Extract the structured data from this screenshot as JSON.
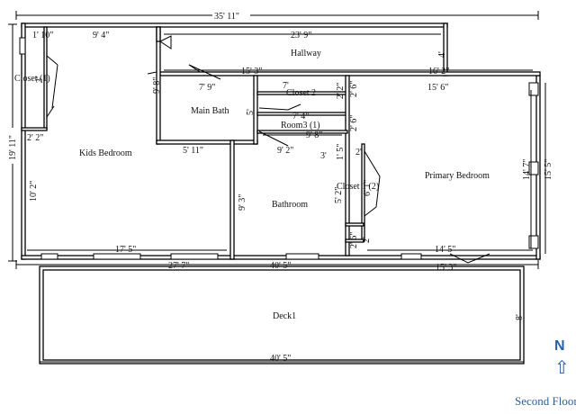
{
  "rooms": {
    "hallway": "Hallway",
    "closet_left": "Closet (1)",
    "closet2": "Closet 2",
    "main_bath": "Main Bath",
    "room3": "Room3  (1)",
    "kids_bedroom": "Kids Bedroom",
    "bathroom": "Bathroom",
    "closet1_right": "Closet 1 (2)",
    "primary_bedroom": "Primary Bedroom",
    "deck": "Deck1"
  },
  "dims": {
    "top_overall": "35' 11\"",
    "left_overall": "19' 11\"",
    "closet_w": "1' 10\"",
    "kids_w_top": "9' 4\"",
    "hall_len": "23' 9\"",
    "hall_h": "4'",
    "closet_h": "3'",
    "closet_side": "2' 2\"",
    "kids_side": "9' 8\"",
    "bath_top": "15' 3\"",
    "primary_top": "16' 2\"",
    "main_bath_w": "7' 9\"",
    "main_bath_h": "5'",
    "closet2_w": "7'",
    "closet2_h1": "2' 2\"",
    "closet2_h2": "2' 6\"",
    "primary_w": "15' 6\"",
    "room3_w": "7' 4\"",
    "room3_h": "2' 6\"",
    "kids_inner": "5' 11\"",
    "bathroom_w": "9' 8\"",
    "bathroom_inner": "9' 2\"",
    "bath_small": "3'",
    "bath_small2": "1' 5\"",
    "closet1_w": "2'",
    "kids_h": "10' 2\"",
    "bathroom_h": "9' 3\"",
    "bath_side": "5' 2\"",
    "closet1_h": "6' 1\"",
    "primary_h": "14' 7\"",
    "right_overall": "15' 5\"",
    "kids_bottom": "17' 5\"",
    "hall_small1": "2' 6\"",
    "hall_small2": "2'",
    "primary_bottom": "14' 5\"",
    "bottom_left": "27' 7\"",
    "bottom_mid": "40' 5\"",
    "bottom_right": "15' 3\"",
    "deck_h": "8'",
    "deck_w": "40' 5\""
  },
  "compass": {
    "letter": "N",
    "arrow": "⇧"
  },
  "floor_label": "Second Floor",
  "colors": {
    "accent": "#2b5fa6",
    "line": "#000000"
  }
}
